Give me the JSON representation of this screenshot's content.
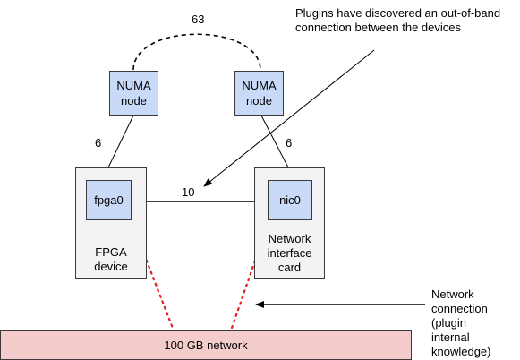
{
  "numa_left": {
    "line1": "NUMA",
    "line2": "node"
  },
  "numa_right": {
    "line1": "NUMA",
    "line2": "node"
  },
  "numa_distance": "63",
  "left_link_distance": "6",
  "right_link_distance": "6",
  "device_link_distance": "10",
  "fpga_chip": "fpga0",
  "nic_chip": "nic0",
  "fpga_device": {
    "line1": "FPGA",
    "line2": "device"
  },
  "nic_device": {
    "line1": "Network",
    "line2": "interface",
    "line3": "card"
  },
  "network": "100 GB network",
  "annotation_top": {
    "line1": "Plugins have discovered an out-of-band",
    "line2": "connection between the devices"
  },
  "annotation_right": {
    "line1": "Network",
    "line2": "connection",
    "line3": "(plugin",
    "line4": "internal",
    "line5": "knowledge)"
  },
  "colors": {
    "chip_fill": "#c9daf8",
    "device_fill": "#f3f3f3",
    "network_fill": "#f4cccc",
    "dotted_link": "#e0201b",
    "line": "#000000"
  }
}
